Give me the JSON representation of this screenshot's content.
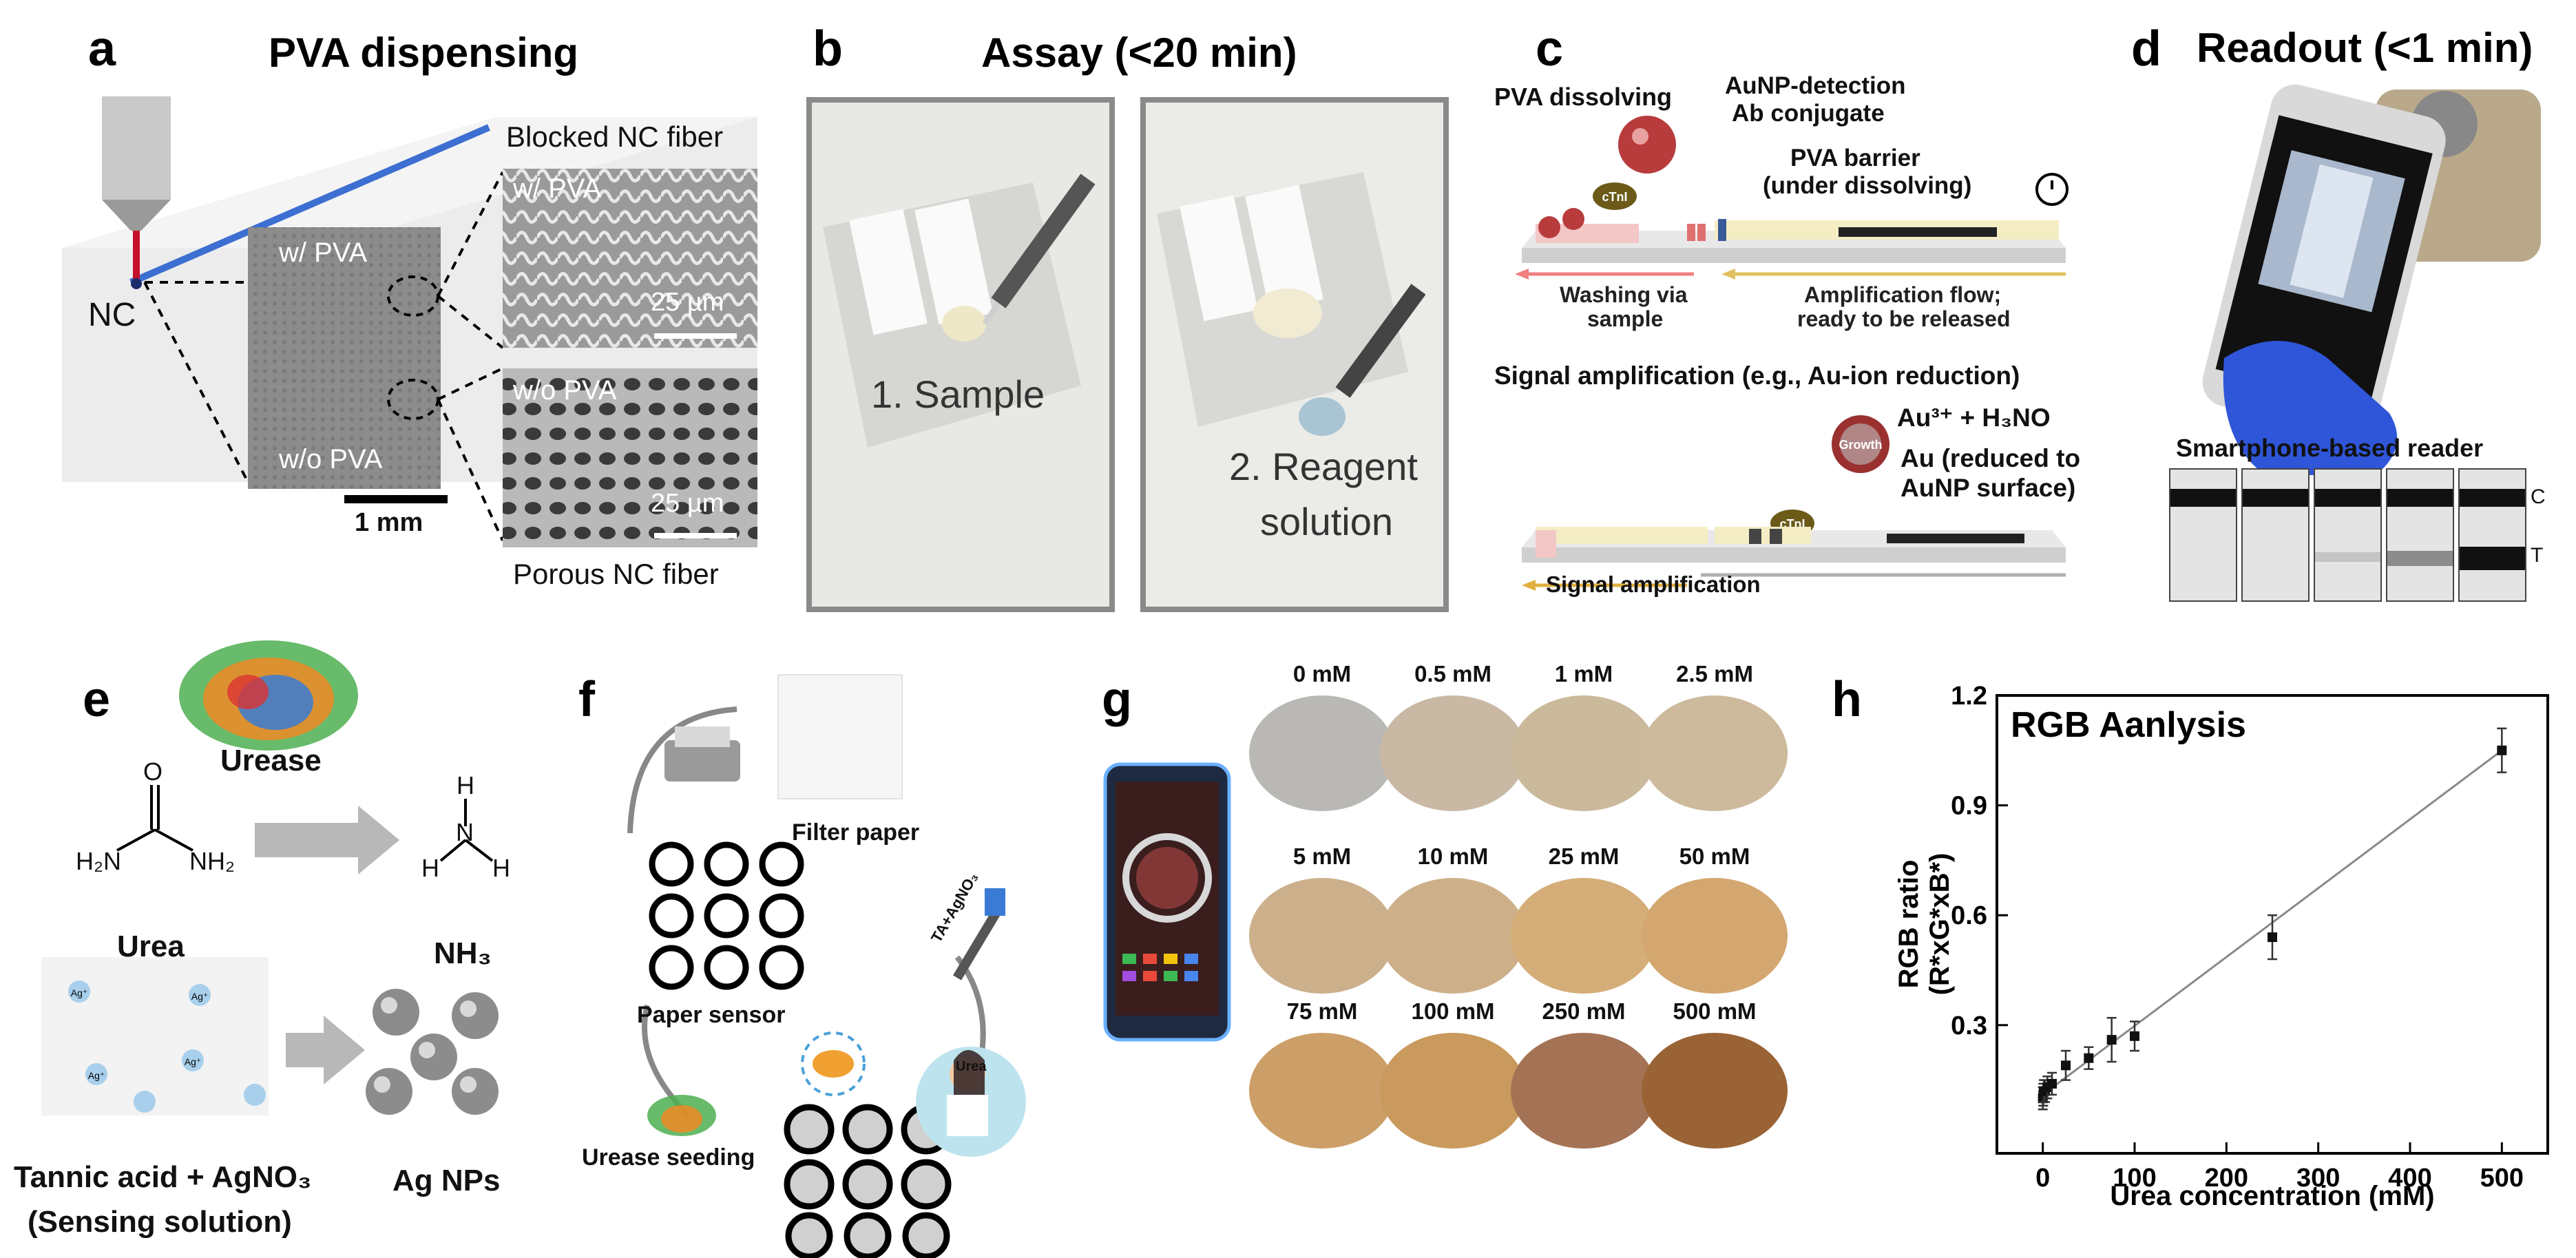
{
  "panels": {
    "a": {
      "label": "a",
      "title": "PVA dispensing",
      "nc": "NC",
      "blocked": "Blocked NC fiber",
      "porous": "Porous NC fiber",
      "with_pva": "w/ PVA",
      "without_pva": "w/o PVA",
      "scale_mm": "1 mm",
      "scale_um": "25 µm"
    },
    "b": {
      "label": "b",
      "title": "Assay (<20 min)",
      "step1": "1. Sample",
      "step2a": "2. Reagent",
      "step2b": "solution"
    },
    "c": {
      "label": "c",
      "pva_dissolving": "PVA dissolving",
      "aunp1": "AuNP-detection",
      "aunp2": "Ab conjugate",
      "barrier1": "PVA barrier",
      "barrier2": "(under dissolving)",
      "ctnl": "cTnI",
      "washing1": "Washing via",
      "washing2": "sample",
      "amp1": "Amplification flow;",
      "amp2": "ready to be released",
      "signal_amp_title": "Signal amplification (e.g., Au-ion reduction)",
      "growth": "Growth",
      "au3": "Au³⁺ + H₃NO",
      "au_red1": "Au (reduced to",
      "au_red2": "AuNP surface)",
      "signal_amp": "Signal amplification"
    },
    "d": {
      "label": "d",
      "title": "Readout (<1 min)",
      "reader": "Smartphone-based reader",
      "c_line": "C",
      "t_line": "T"
    },
    "e": {
      "label": "e",
      "urease": "Urease",
      "urea": "Urea",
      "nh3": "NH₃",
      "h2n": "H₂N",
      "nh2": "NH₂",
      "o": "O",
      "h": "H",
      "n": "N",
      "tannic1": "Tannic acid + AgNO₃",
      "tannic2": "(Sensing solution)",
      "ag_nps": "Ag NPs",
      "ag_plus": "Ag⁺"
    },
    "f": {
      "label": "f",
      "filter_paper": "Filter paper",
      "paper_sensor": "Paper sensor",
      "urease_seeding": "Urease seeding",
      "ta_agno3": "TA+AgNO₃",
      "urea_tag": "Urea"
    },
    "g": {
      "label": "g",
      "swatches": [
        {
          "conc": "0 mM",
          "color": "#b9b8b5"
        },
        {
          "conc": "0.5 mM",
          "color": "#c9b9a4"
        },
        {
          "conc": "1 mM",
          "color": "#cbb99c"
        },
        {
          "conc": "2.5 mM",
          "color": "#cdba9c"
        },
        {
          "conc": "5 mM",
          "color": "#ccb08c"
        },
        {
          "conc": "10 mM",
          "color": "#cdb08a"
        },
        {
          "conc": "25 mM",
          "color": "#d4ad78"
        },
        {
          "conc": "50 mM",
          "color": "#d3a76f"
        },
        {
          "conc": "75 mM",
          "color": "#cc9f68"
        },
        {
          "conc": "100 mM",
          "color": "#c9995d"
        },
        {
          "conc": "250 mM",
          "color": "#a47355"
        },
        {
          "conc": "500 mM",
          "color": "#9a6336"
        }
      ]
    },
    "h": {
      "label": "h"
    }
  },
  "chart_data": {
    "type": "scatter",
    "title": "RGB Aanlysis",
    "xlabel": "Urea concentration (mM)",
    "ylabel": "RGB ratio",
    "ylabel2": "(R*xG*xB*)",
    "xlim": [
      -50,
      550
    ],
    "ylim": [
      -0.05,
      1.2
    ],
    "xticks": [
      0,
      100,
      200,
      300,
      400,
      500
    ],
    "yticks": [
      0.3,
      0.6,
      0.9,
      1.2
    ],
    "x": [
      0,
      0.5,
      1,
      2.5,
      5,
      10,
      25,
      50,
      75,
      100,
      250,
      500
    ],
    "y": [
      0.1,
      0.11,
      0.12,
      0.12,
      0.13,
      0.14,
      0.19,
      0.21,
      0.26,
      0.27,
      0.54,
      1.05
    ],
    "err": [
      0.03,
      0.03,
      0.03,
      0.03,
      0.03,
      0.03,
      0.04,
      0.03,
      0.06,
      0.04,
      0.06,
      0.06
    ],
    "fit": {
      "x": [
        0,
        500
      ],
      "y": [
        0.11,
        1.05
      ]
    }
  }
}
